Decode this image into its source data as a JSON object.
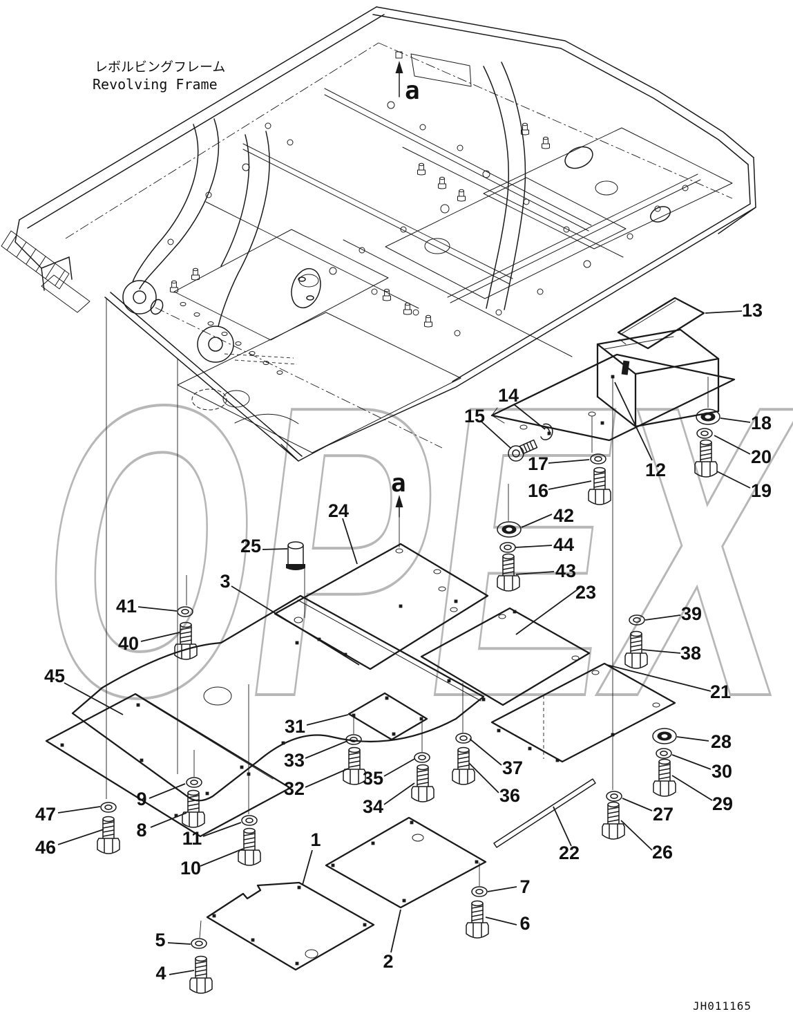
{
  "title": {
    "jp": "レボルビングフレーム",
    "en": "Revolving Frame"
  },
  "drawing_number": "JH011165",
  "watermark_text": "OPEX",
  "section_label": "a",
  "colors": {
    "ink": "#1a1a1a",
    "watermark": "#b7b7b7",
    "background": "#ffffff"
  },
  "callouts": {
    "1": "1",
    "2": "2",
    "3": "3",
    "4": "4",
    "5": "5",
    "6": "6",
    "7": "7",
    "8": "8",
    "9": "9",
    "10": "10",
    "11": "11",
    "12": "12",
    "13": "13",
    "14": "14",
    "15": "15",
    "16": "16",
    "17": "17",
    "18": "18",
    "19": "19",
    "20": "20",
    "21": "21",
    "22": "22",
    "23": "23",
    "24": "24",
    "25": "25",
    "26": "26",
    "27": "27",
    "28": "28",
    "29": "29",
    "30": "30",
    "31": "31",
    "32": "32",
    "33": "33",
    "34": "34",
    "35": "35",
    "36": "36",
    "37": "37",
    "38": "38",
    "39": "39",
    "40": "40",
    "41": "41",
    "42": "42",
    "43": "43",
    "44": "44",
    "45": "45",
    "46": "46",
    "47": "47"
  }
}
